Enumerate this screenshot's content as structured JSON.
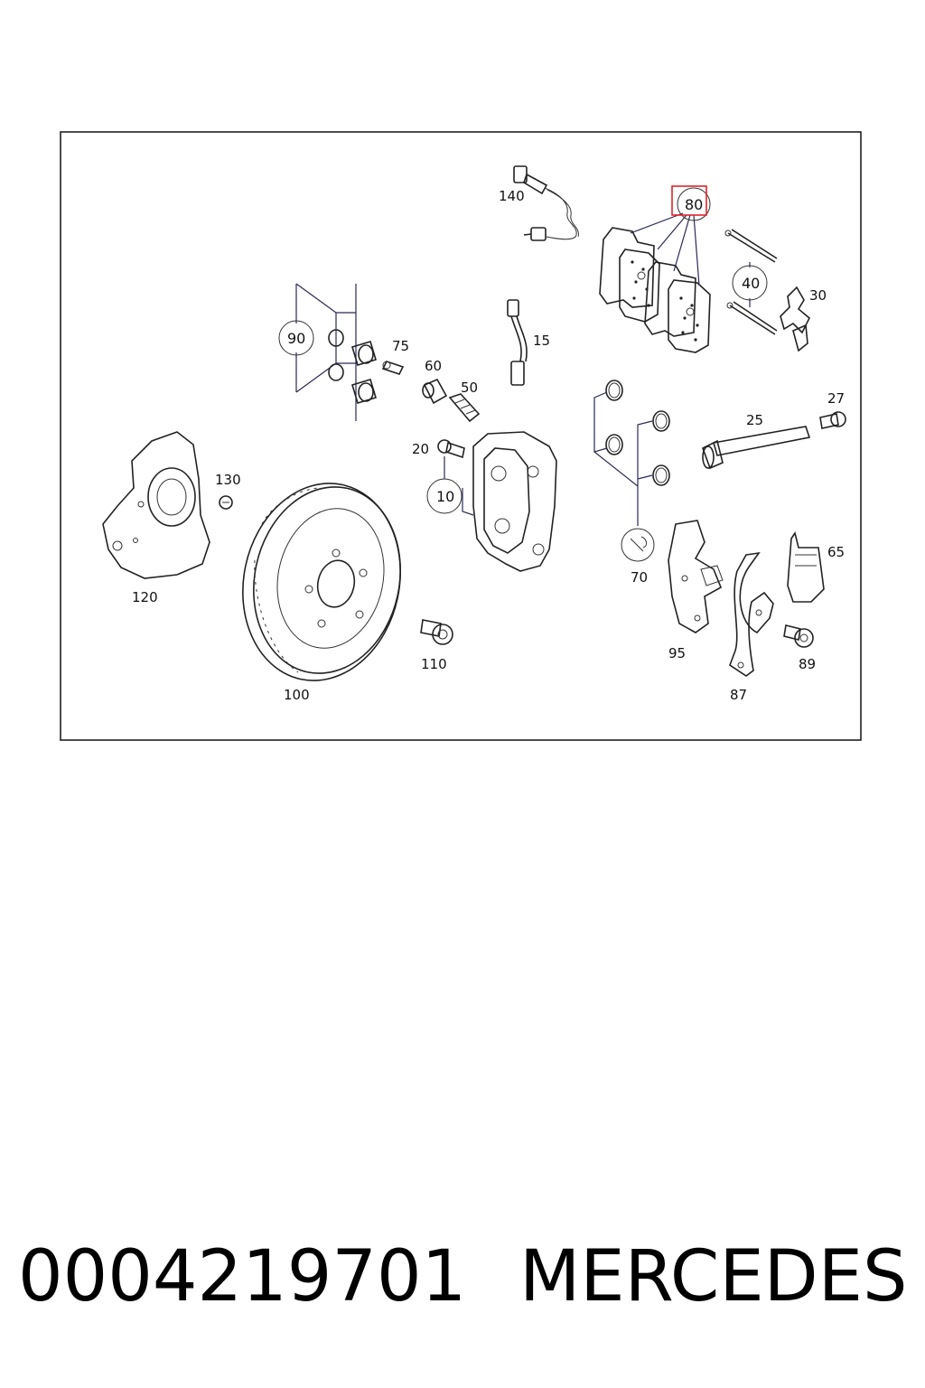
{
  "diagram": {
    "part_labels": [
      {
        "id": "140",
        "text": "140"
      },
      {
        "id": "80",
        "text": "80"
      },
      {
        "id": "40",
        "text": "40"
      },
      {
        "id": "30",
        "text": "30"
      },
      {
        "id": "90",
        "text": "90"
      },
      {
        "id": "75",
        "text": "75"
      },
      {
        "id": "15",
        "text": "15"
      },
      {
        "id": "60",
        "text": "60"
      },
      {
        "id": "50",
        "text": "50"
      },
      {
        "id": "27",
        "text": "27"
      },
      {
        "id": "25",
        "text": "25"
      },
      {
        "id": "20",
        "text": "20"
      },
      {
        "id": "10",
        "text": "10"
      },
      {
        "id": "130",
        "text": "130"
      },
      {
        "id": "120",
        "text": "120"
      },
      {
        "id": "70",
        "text": "70"
      },
      {
        "id": "65",
        "text": "65"
      },
      {
        "id": "95",
        "text": "95"
      },
      {
        "id": "89",
        "text": "89"
      },
      {
        "id": "110",
        "text": "110"
      },
      {
        "id": "100",
        "text": "100"
      },
      {
        "id": "87",
        "text": "87"
      }
    ],
    "highlighted_part": "80",
    "highlight_color": "#e0242b",
    "line_color": "#222222",
    "leader_color": "#2a2a55"
  },
  "footer": {
    "part_number": "0004219701",
    "brand": "MERCEDES"
  }
}
